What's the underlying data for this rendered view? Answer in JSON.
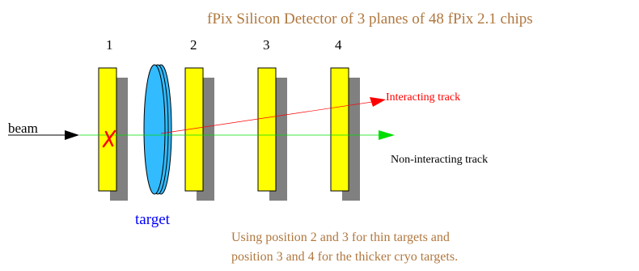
{
  "title": "fPix Silicon Detector of 3 planes of 48 fPix 2.1 chips",
  "planes": [
    {
      "number": "1"
    },
    {
      "number": "2"
    },
    {
      "number": "3"
    },
    {
      "number": "4"
    }
  ],
  "beam_label": "beam",
  "interacting_label": "Interacting track",
  "noninteracting_label": "Non-interacting track",
  "target_label": "target",
  "notes": {
    "line1": "Using position 2 and 3  for thin targets and",
    "line2": "position 3 and 4 for the thicker cryo targets."
  },
  "colors": {
    "plane_fill": "#ffff00",
    "plane_shadow": "#808080",
    "target_fill": "#33bbff",
    "interacting": "#ff0000",
    "noninteracting": "#00dd00",
    "beam_arrow": "#000000",
    "annotation": "#b0773e"
  },
  "icons": {
    "interaction_marker": "red-x-mark"
  }
}
